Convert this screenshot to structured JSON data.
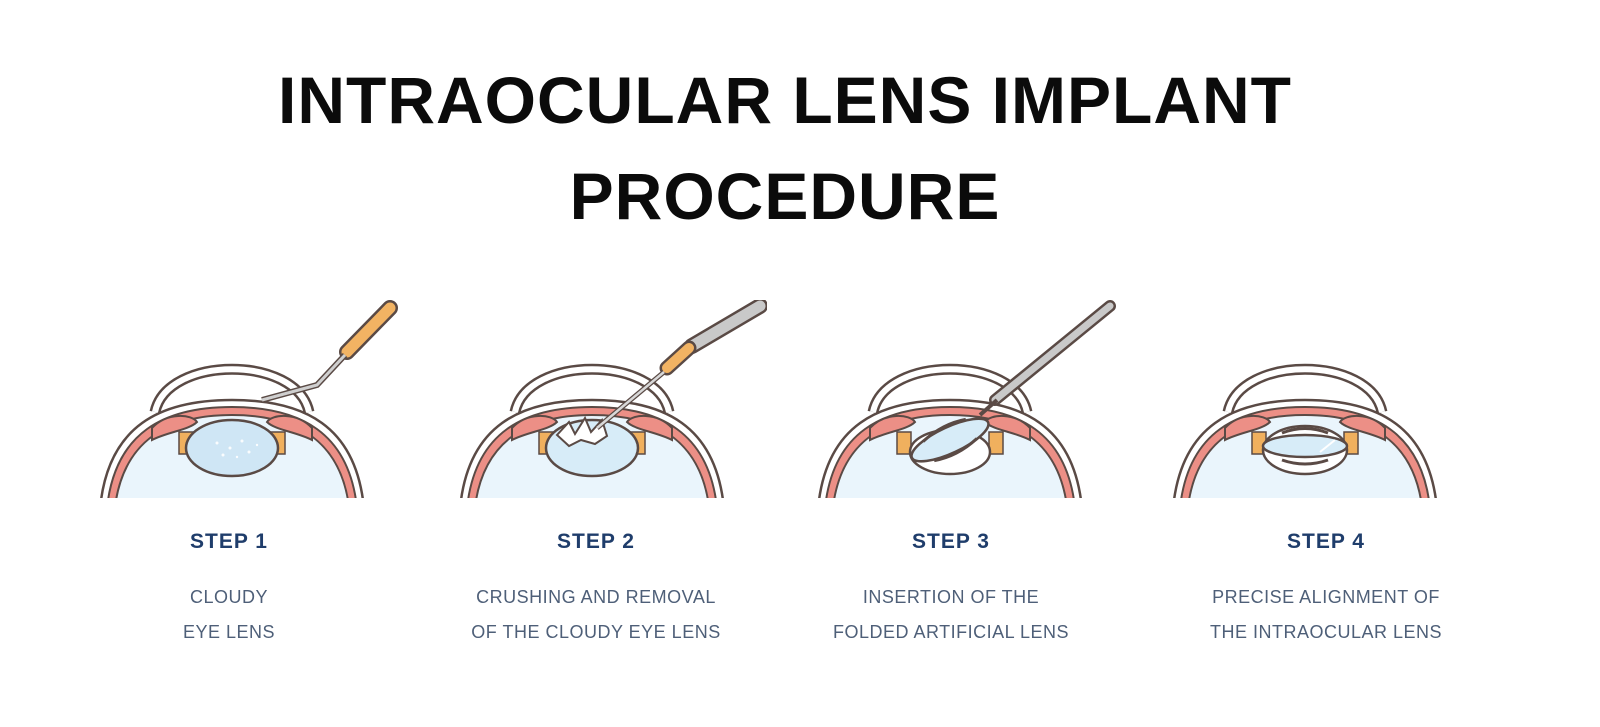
{
  "title": {
    "line1": "INTRAOCULAR LENS IMPLANT",
    "line2": "PROCEDURE"
  },
  "steps": [
    {
      "label": "STEP 1",
      "line1": "CLOUDY",
      "line2": "EYE LENS"
    },
    {
      "label": "STEP 2",
      "line1": "CRUSHING AND REMOVAL",
      "line2": "OF THE CLOUDY EYE LENS"
    },
    {
      "label": "STEP 3",
      "line1": "INSERTION OF THE",
      "line2": "FOLDED ARTIFICIAL LENS"
    },
    {
      "label": "STEP 4",
      "line1": "PRECISE ALIGNMENT OF",
      "line2": "THE INTRAOCULAR LENS"
    }
  ],
  "colors": {
    "step": "#1f3d6b",
    "desc": "#4e5f78",
    "handle": "#f0b05e",
    "iris": "#ec8f86",
    "lens": "#d7ecf8"
  }
}
